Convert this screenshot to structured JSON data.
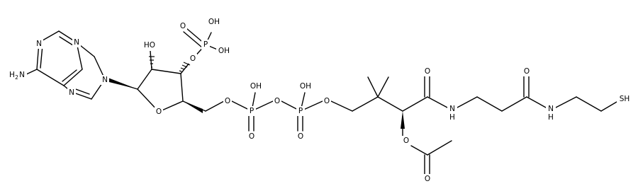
{
  "molecule": {
    "labels": {
      "amine_n": "N",
      "amine_h2": "H",
      "amine_sub": "2",
      "ring_n": "N",
      "ho": "HO",
      "oh": "OH",
      "o": "O",
      "p": "P",
      "nh": "N",
      "h": "H",
      "sh": "SH"
    }
  }
}
